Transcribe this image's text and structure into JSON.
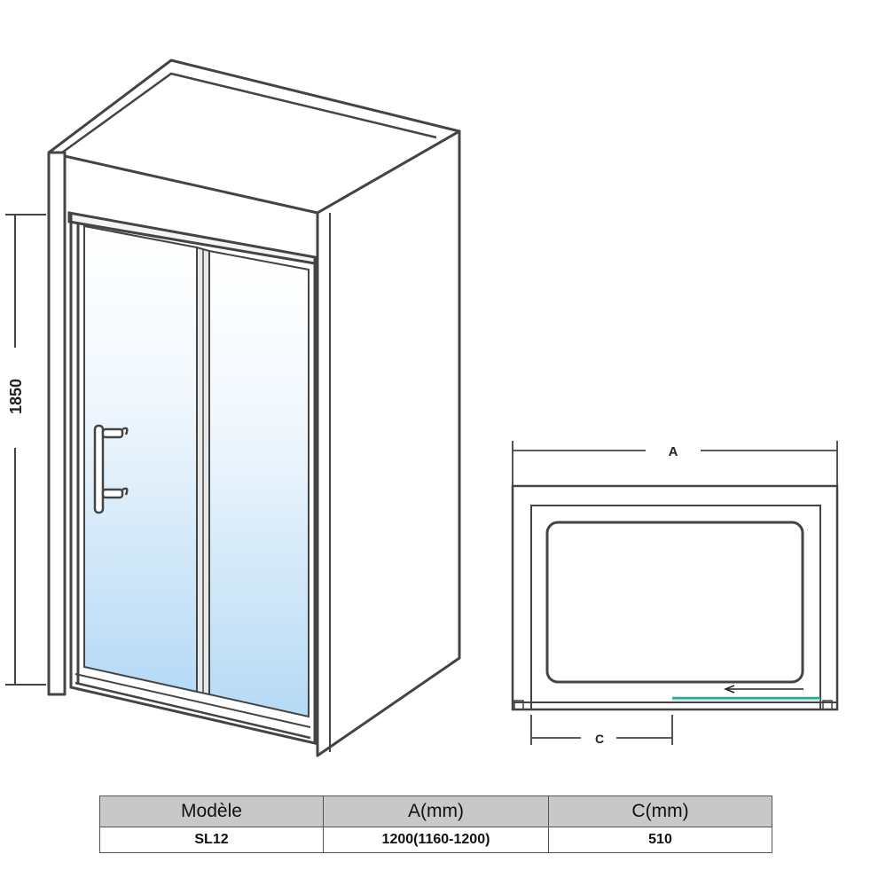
{
  "diagram": {
    "height_label": "1850",
    "dim_a_label": "A",
    "dim_c_label": "C"
  },
  "table": {
    "headers": [
      "Modèle",
      "A(mm)",
      "C(mm)"
    ],
    "rows": [
      [
        "SL12",
        "1200(1160-1200)",
        "510"
      ]
    ]
  },
  "colors": {
    "line": "#444444",
    "glass_top": "#ffffff",
    "glass_bottom": "#b9dcf6",
    "header_bg": "#c8c8c8",
    "accent_teal": "#2aa8a0"
  }
}
